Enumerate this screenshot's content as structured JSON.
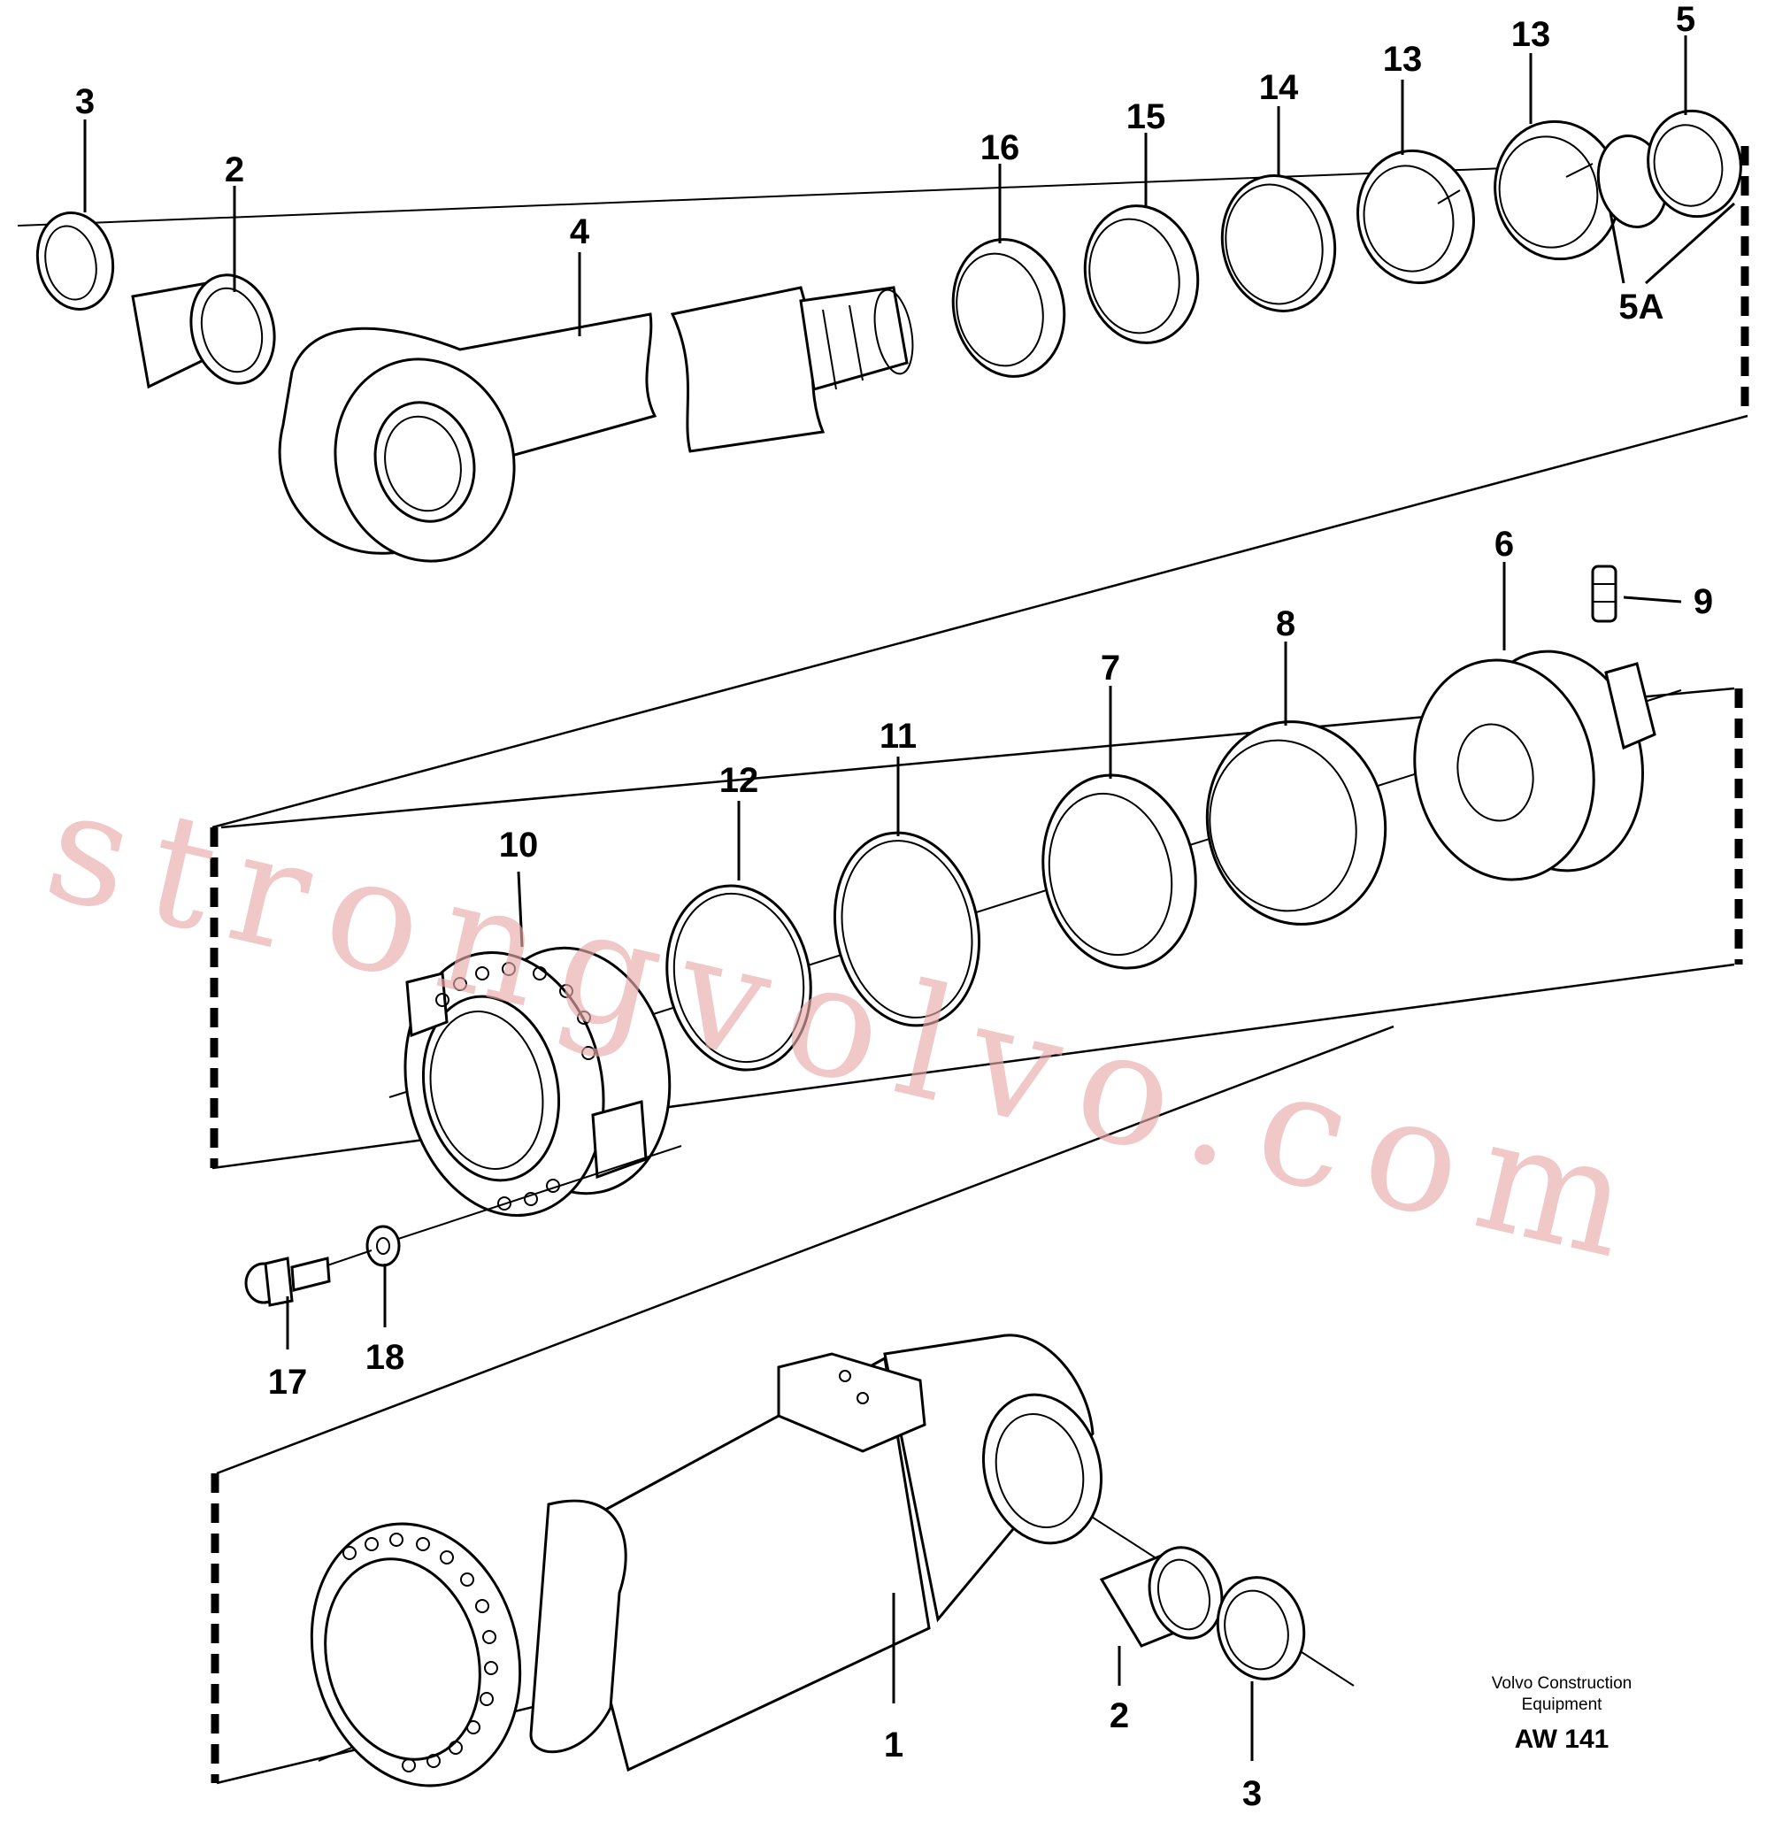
{
  "labels": {
    "p3_top": "3",
    "p2_top": "2",
    "p4": "4",
    "p16": "16",
    "p15": "15",
    "p14": "14",
    "p13_a": "13",
    "p13_b": "13",
    "p5": "5",
    "p5a": "5A",
    "p6": "6",
    "p9": "9",
    "p8": "8",
    "p7": "7",
    "p11": "11",
    "p12": "12",
    "p10": "10",
    "p17": "17",
    "p18": "18",
    "p1": "1",
    "p2_bottom": "2",
    "p3_bottom": "3"
  },
  "credit": {
    "line1": "Volvo Construction",
    "line2": "Equipment",
    "code": "AW 141"
  },
  "watermark": "strongvolvo.com"
}
